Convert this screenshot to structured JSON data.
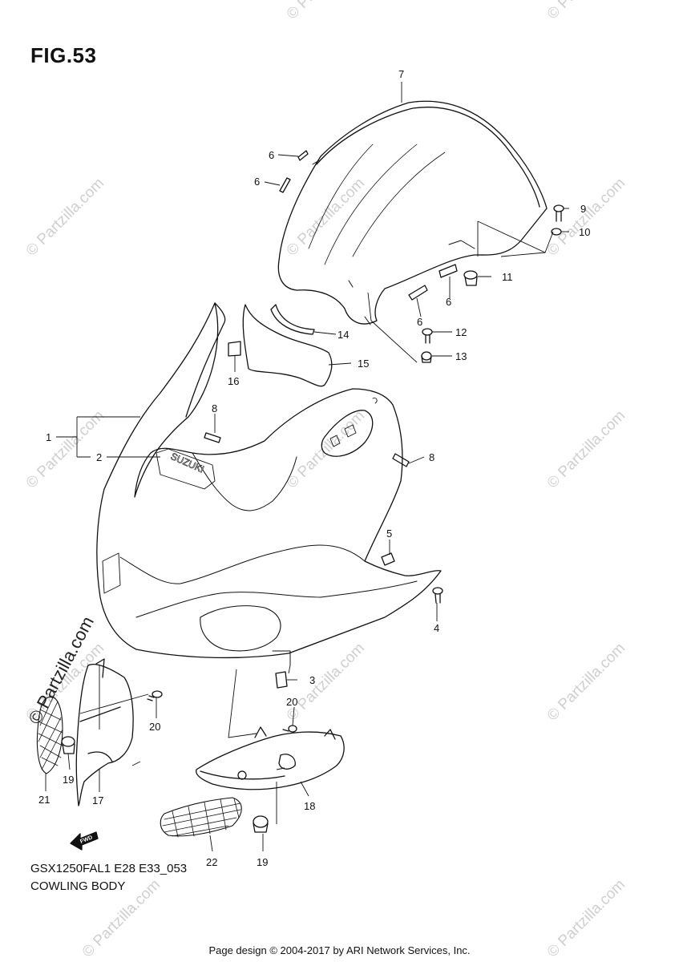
{
  "figure": {
    "title": "FIG.53"
  },
  "callouts": {
    "c1": "1",
    "c2": "2",
    "c3": "3",
    "c4": "4",
    "c5": "5",
    "c6a": "6",
    "c6b": "6",
    "c6c": "6",
    "c6d": "6",
    "c7": "7",
    "c8a": "8",
    "c8b": "8",
    "c9": "9",
    "c10": "10",
    "c11": "11",
    "c12": "12",
    "c13": "13",
    "c14": "14",
    "c15": "15",
    "c16": "16",
    "c17": "17",
    "c18": "18",
    "c19a": "19",
    "c19b": "19",
    "c20a": "20",
    "c20b": "20",
    "c21": "21",
    "c22": "22"
  },
  "decal": {
    "brand": "SUZUKI"
  },
  "fwd_arrow": {
    "label": "FWD"
  },
  "watermark": {
    "text": "© Partzilla.com"
  },
  "footer": {
    "model_code": "GSX1250FAL1 E28 E33_053",
    "section_name": "COWLING BODY",
    "credit": "Page design © 2004-2017 by ARI Network Services, Inc."
  }
}
